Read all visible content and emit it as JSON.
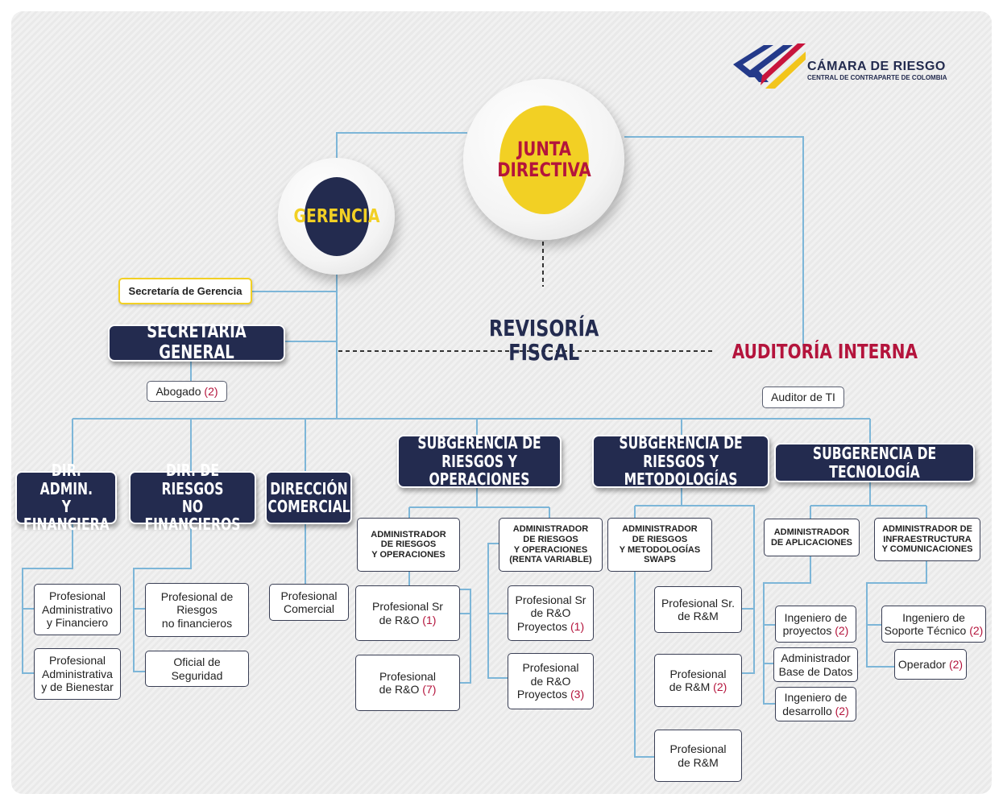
{
  "logo": {
    "name": "CÁMARA DE RIESGO",
    "tagline": "CENTRAL DE CONTRAPARTE DE COLOMBIA",
    "colors": [
      "#243a8a",
      "#c8143c",
      "#f2c51c"
    ]
  },
  "colors": {
    "navy": "#232b4f",
    "yellow": "#f2d024",
    "line": "#7db6d8",
    "accent_red": "#b4143c",
    "gold_border": "#f2d024"
  },
  "junta": {
    "label": "JUNTA\nDIRECTIVA"
  },
  "gerencia": {
    "label": "GERENCIA"
  },
  "revisoria": {
    "label": "REVISORÍA\nFISCAL"
  },
  "auditoria": {
    "label": "AUDITORÍA INTERNA",
    "child": "Auditor de TI"
  },
  "secretaria_gerencia": {
    "label": "Secretaría de Gerencia"
  },
  "secretaria_general": {
    "label": "SECRETARÍA GENERAL",
    "child": {
      "label": "Abogado",
      "num": "(2)"
    }
  },
  "dir_admin": {
    "label": "DIR. ADMIN.\nY FINANCIERA",
    "children": [
      {
        "label": "Profesional\nAdministrativo\ny Financiero",
        "num": ""
      },
      {
        "label": "Profesional\nAdministrativa\ny de Bienestar",
        "num": ""
      }
    ]
  },
  "dir_riesgos_nf": {
    "label": "DIR. DE RIESGOS\nNO FINANCIEROS",
    "children": [
      {
        "label": "Profesional de\nRiesgos\nno financieros",
        "num": ""
      },
      {
        "label": "Oficial de\nSeguridad",
        "num": ""
      }
    ]
  },
  "dir_comercial": {
    "label": "DIRECCIÓN\nCOMERCIAL",
    "children": [
      {
        "label": "Profesional\nComercial",
        "num": ""
      }
    ]
  },
  "sub_ryo": {
    "label": "SUBGERENCIA DE\nRIESGOS Y OPERACIONES",
    "admins": [
      {
        "label": "ADMINISTRADOR\nDE RIESGOS\nY OPERACIONES"
      },
      {
        "label": "ADMINISTRADOR\nDE RIESGOS\nY OPERACIONES\n(RENTA VARIABLE)"
      }
    ],
    "children_a": [
      {
        "label": "Profesional Sr\nde R&O",
        "num": "(1)"
      },
      {
        "label": "Profesional\nde R&O ",
        "num": "(7)"
      }
    ],
    "children_b": [
      {
        "label": "Profesional Sr\nde R&O\nProyectos",
        "num": "(1)"
      },
      {
        "label": "Profesional\nde R&O\nProyectos",
        "num": "(3)"
      }
    ]
  },
  "sub_rym": {
    "label": "SUBGERENCIA DE\nRIESGOS Y METODOLOGÍAS",
    "admins": [
      {
        "label": "ADMINISTRADOR\nDE RIESGOS\nY METODOLOGÍAS\nSWAPS"
      }
    ],
    "children": [
      {
        "label": "Profesional Sr.\nde R&M",
        "num": ""
      },
      {
        "label": "Profesional\nde R&M",
        "num": "(2)"
      },
      {
        "label": "Profesional\nde R&M",
        "num": ""
      }
    ]
  },
  "sub_tec": {
    "label": "SUBGERENCIA DE TECNOLOGÍA",
    "admins": [
      {
        "label": "ADMINISTRADOR\nDE APLICACIONES"
      },
      {
        "label": "ADMINISTRADOR DE\nINFRAESTRUCTURA\nY COMUNICACIONES"
      }
    ],
    "children_a": [
      {
        "label": "Ingeniero de\nproyectos",
        "num": "(2)"
      },
      {
        "label": "Administrador\nBase de Datos",
        "num": ""
      },
      {
        "label": "Ingeniero de\ndesarrollo",
        "num": "(2)"
      }
    ],
    "children_b": [
      {
        "label": "Ingeniero de\nSoporte Técnico",
        "num": "(2)"
      },
      {
        "label": "Operador",
        "num": "(2)"
      }
    ]
  }
}
